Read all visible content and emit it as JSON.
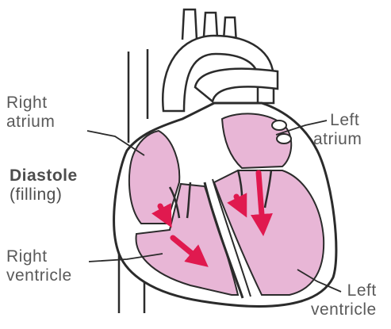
{
  "labels": {
    "right_atrium": [
      "Right",
      "atrium"
    ],
    "diastole": [
      "Diastole",
      "(filling)"
    ],
    "right_ventricle": [
      "Right",
      "ventricle"
    ],
    "left_atrium": [
      "Left",
      "atrium"
    ],
    "left_ventricle": [
      "Left",
      "ventricle"
    ]
  },
  "colors": {
    "chamber_fill": "#e8b6d6",
    "outline": "#2b2b2b",
    "arrow": "#e0194f",
    "text": "#5a5a5a"
  }
}
